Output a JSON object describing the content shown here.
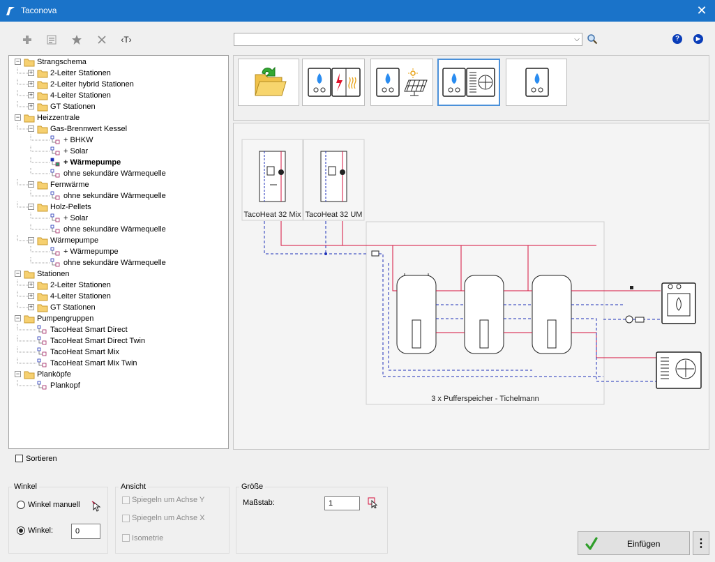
{
  "window": {
    "title": "Taconova",
    "close_glyph": "✕"
  },
  "toolbar": {
    "add_icon": "plus-icon",
    "properties_icon": "properties-icon",
    "favorite_icon": "star-icon",
    "delete_icon": "delete-icon",
    "text_label": "‹T›",
    "search_value": "",
    "help_glyph": "?",
    "next_glyph": "▶"
  },
  "tree": [
    {
      "label": "Strangschema",
      "level": 0,
      "type": "folder",
      "exp": "−"
    },
    {
      "label": "2-Leiter Stationen",
      "level": 1,
      "type": "folder",
      "exp": "+"
    },
    {
      "label": "2-Leiter hybrid Stationen",
      "level": 1,
      "type": "folder",
      "exp": "+"
    },
    {
      "label": "4-Leiter Stationen",
      "level": 1,
      "type": "folder",
      "exp": "+"
    },
    {
      "label": "GT Stationen",
      "level": 1,
      "type": "folder",
      "exp": "+"
    },
    {
      "label": "Heizzentrale",
      "level": 0,
      "type": "folder",
      "exp": "−"
    },
    {
      "label": "Gas-Brennwert Kessel",
      "level": 1,
      "type": "folder",
      "exp": "−"
    },
    {
      "label": "+ BHKW",
      "level": 2,
      "type": "node"
    },
    {
      "label": "+ Solar",
      "level": 2,
      "type": "node"
    },
    {
      "label": "+ Wärmepumpe",
      "level": 2,
      "type": "node",
      "bold": true
    },
    {
      "label": "ohne sekundäre Wärmequelle",
      "level": 2,
      "type": "node"
    },
    {
      "label": "Fernwärme",
      "level": 1,
      "type": "folder",
      "exp": "−"
    },
    {
      "label": "ohne sekundäre Wärmequelle",
      "level": 2,
      "type": "node"
    },
    {
      "label": "Holz-Pellets",
      "level": 1,
      "type": "folder",
      "exp": "−"
    },
    {
      "label": "+ Solar",
      "level": 2,
      "type": "node"
    },
    {
      "label": "ohne sekundäre Wärmequelle",
      "level": 2,
      "type": "node"
    },
    {
      "label": "Wärmepumpe",
      "level": 1,
      "type": "folder",
      "exp": "−"
    },
    {
      "label": "+ Wärmepumpe",
      "level": 2,
      "type": "node"
    },
    {
      "label": "ohne sekundäre Wärmequelle",
      "level": 2,
      "type": "node"
    },
    {
      "label": "Stationen",
      "level": 0,
      "type": "folder",
      "exp": "−"
    },
    {
      "label": "2-Leiter Stationen",
      "level": 1,
      "type": "folder",
      "exp": "+"
    },
    {
      "label": "4-Leiter Stationen",
      "level": 1,
      "type": "folder",
      "exp": "+"
    },
    {
      "label": "GT Stationen",
      "level": 1,
      "type": "folder",
      "exp": "+"
    },
    {
      "label": "Pumpengruppen",
      "level": 0,
      "type": "folder",
      "exp": "−"
    },
    {
      "label": "TacoHeat Smart Direct",
      "level": 1,
      "type": "node"
    },
    {
      "label": "TacoHeat Smart Direct Twin",
      "level": 1,
      "type": "node"
    },
    {
      "label": "TacoHeat Smart Mix",
      "level": 1,
      "type": "node"
    },
    {
      "label": "TacoHeat Smart Mix Twin",
      "level": 1,
      "type": "node"
    },
    {
      "label": "Planköpfe",
      "level": 0,
      "type": "folder",
      "exp": "−"
    },
    {
      "label": "Plankopf",
      "level": 1,
      "type": "node"
    }
  ],
  "categories": [
    {
      "icon": "folder-up-icon"
    },
    {
      "icon": "gas-electric-icon"
    },
    {
      "icon": "gas-solar-icon"
    },
    {
      "icon": "gas-heatpump-icon",
      "selected": true
    },
    {
      "icon": "gas-only-icon"
    }
  ],
  "preview": {
    "component1": "TacoHeat 32 Mix",
    "component2": "TacoHeat 32 UM",
    "storage_label": "3 x Pufferspeicher - Tichelmann"
  },
  "sort": {
    "label": "Sortieren",
    "checked": false
  },
  "angle": {
    "title": "Winkel",
    "manual_label": "Winkel manuell",
    "angle_label": "Winkel:",
    "angle_value": "0"
  },
  "view": {
    "title": "Ansicht",
    "mirror_y": "Spiegeln um Achse Y",
    "mirror_x": "Spiegeln um Achse X",
    "isometric": "Isometrie"
  },
  "size": {
    "title": "Größe",
    "scale_label": "Maßstab:",
    "scale_value": "1"
  },
  "actions": {
    "insert_label": "Einfügen",
    "more_glyph": "⋮"
  },
  "colors": {
    "titlebar": "#1a73c9",
    "supply": "#d6103c",
    "return": "#1c2fb8",
    "selection": "#4a90d9"
  }
}
